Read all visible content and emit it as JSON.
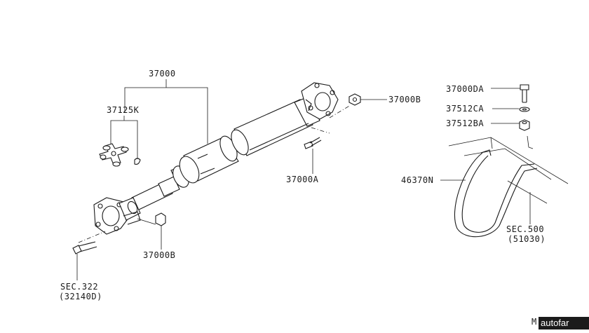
{
  "labels": {
    "shaft_assembly": "37000",
    "joint_kit": "37125K",
    "bolt_rear_flange": "37000B",
    "bolt_center_bearing": "37000A",
    "nut_front_flange": "37000B",
    "bolt_da": "37000DA",
    "washer_ca": "37512CA",
    "nut_ba": "37512BA",
    "strap": "46370N",
    "sec500_line1": "SEC.500",
    "sec500_line2": "(51030)",
    "sec322_line1": "SEC.322",
    "sec322_line2": "(32140D)",
    "corner_code": "M"
  },
  "watermark": "autofar"
}
